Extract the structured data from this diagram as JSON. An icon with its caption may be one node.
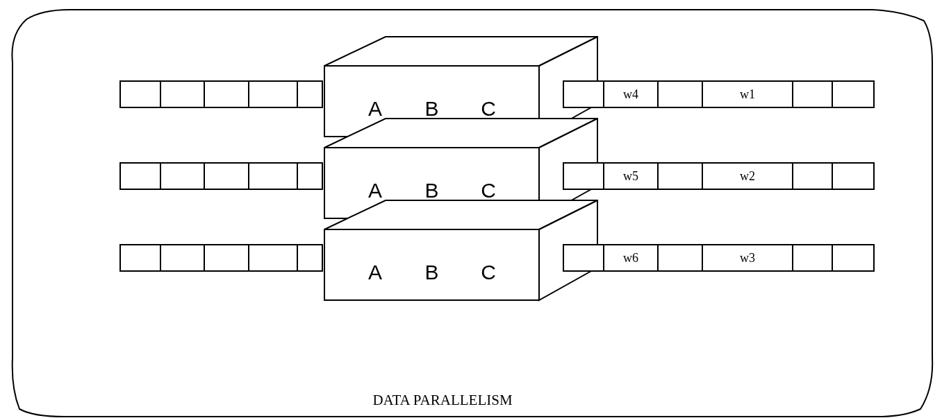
{
  "diagram": {
    "nodes": [
      {
        "text": [
          "DATA PARALLELISM"
        ]
      },
      {
        "text": [],
        "shape": "box",
        "in": 0
      },
      {
        "text": [],
        "shape": "box",
        "in": 0
      },
      {
        "text": [],
        "shape": "box",
        "in": 0
      },
      {
        "text": [],
        "shape": "box",
        "in": 0
      },
      {
        "text": [],
        "shape": "box",
        "in": 0
      },
      {
        "text": [
          "A",
          "B",
          "C"
        ],
        "in": 0
      },
      {
        "text": [],
        "shape": "box",
        "in": 0
      },
      {
        "text": [
          "w4"
        ],
        "in": 0
      },
      {
        "text": [],
        "shape": "box",
        "in": 0
      },
      {
        "text": [
          "w1"
        ],
        "in": 0
      },
      {
        "text": [],
        "shape": "box",
        "in": 0
      },
      {
        "text": [],
        "shape": "box",
        "in": 0
      },
      {
        "text": [],
        "shape": "box",
        "in": 0
      },
      {
        "text": [],
        "shape": "box",
        "in": 0
      },
      {
        "text": [],
        "shape": "box",
        "in": 0
      },
      {
        "text": [],
        "shape": "box",
        "in": 0
      },
      {
        "text": [],
        "shape": "box",
        "in": 0
      },
      {
        "text": [
          "A",
          "B",
          "C"
        ],
        "in": 0
      },
      {
        "text": [],
        "shape": "box",
        "in": 0
      },
      {
        "text": [
          "w5"
        ],
        "in": 0
      },
      {
        "text": [],
        "shape": "box",
        "in": 0
      },
      {
        "text": [
          "w2"
        ],
        "in": 0
      },
      {
        "text": [],
        "shape": "box",
        "in": 0
      },
      {
        "text": [],
        "shape": "box",
        "in": 0
      },
      {
        "text": [],
        "shape": "box",
        "in": 0
      },
      {
        "text": [],
        "shape": "box",
        "in": 0
      },
      {
        "text": [],
        "shape": "box",
        "in": 0
      },
      {
        "text": [],
        "shape": "box",
        "in": 0
      },
      {
        "text": [],
        "shape": "box",
        "in": 0
      },
      {
        "text": [
          "A",
          "B",
          "C"
        ],
        "in": 0
      },
      {
        "text": [],
        "shape": "box",
        "in": 0
      },
      {
        "text": [
          "w6"
        ],
        "in": 0
      },
      {
        "text": [],
        "shape": "box",
        "in": 0
      },
      {
        "text": [
          "w3"
        ],
        "in": 0
      },
      {
        "text": [],
        "shape": "box",
        "in": 0
      },
      {
        "text": [],
        "shape": "box",
        "in": 0
      }
    ]
  }
}
